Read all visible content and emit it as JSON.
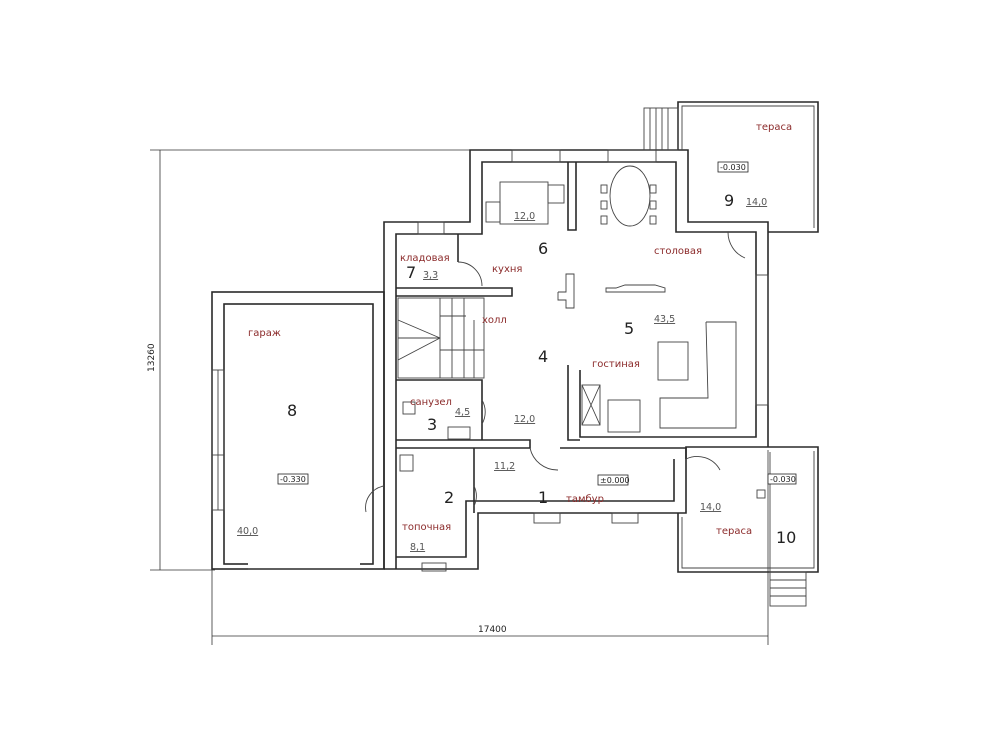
{
  "dimensions": {
    "height": "13260",
    "width": "17400"
  },
  "rooms": [
    {
      "number": "1",
      "name": "тамбур",
      "area": "11,2",
      "level": "±0.000"
    },
    {
      "number": "2",
      "name": "топочная",
      "area": "8,1"
    },
    {
      "number": "3",
      "name": "санузел",
      "area": "4,5"
    },
    {
      "number": "4",
      "name": "холл",
      "area": "12,0"
    },
    {
      "number": "5",
      "name": "гостиная",
      "area": "43,5"
    },
    {
      "number": "6",
      "name": "кухня",
      "area": "12,0"
    },
    {
      "number": "7",
      "name": "кладовая",
      "area": "3,3"
    },
    {
      "number": "8",
      "name": "гараж",
      "area": "40,0",
      "level": "-0.330"
    },
    {
      "number": "9",
      "name": "тераса",
      "area": "14,0",
      "level": "-0.030"
    },
    {
      "number": "10",
      "name": "тераса",
      "area": "14,0",
      "level": "-0.030"
    }
  ],
  "extra_labels": {
    "dining": "столовая"
  }
}
